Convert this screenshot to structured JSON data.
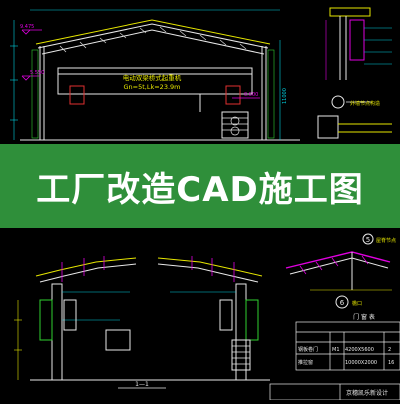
{
  "banner": {
    "title": "工厂改造CAD施工图"
  },
  "drawing": {
    "crane_label_1": "电动双梁桥式起重机",
    "crane_label_2": "Gn=5t,Lk=23.9m",
    "level_top": "9.475",
    "level_mid": "5.550",
    "level_low": "0.000",
    "dim_right": "11000",
    "note_eave": "外墙节点构造",
    "section_mark": "1—1",
    "detail_5": "5",
    "detail_5_label": "屋脊节点",
    "detail_6": "6",
    "detail_6_label": "檐口",
    "door_table": {
      "title": "门 窗 表",
      "rows": [
        [
          "钢板卷门",
          "M1",
          "4200X5600",
          "2"
        ],
        [
          "推拉窗",
          "",
          "10000X2000",
          "16"
        ]
      ]
    },
    "title_block": "京穗凯乐新设计"
  },
  "colors": {
    "banner_bg": "#2f8f3a",
    "background": "#000000",
    "line_white": "#e8e8e8",
    "line_yellow": "#e6e600",
    "line_magenta": "#e000e0",
    "line_cyan": "#00d0e0",
    "line_green": "#30d030",
    "line_red": "#e03030"
  }
}
